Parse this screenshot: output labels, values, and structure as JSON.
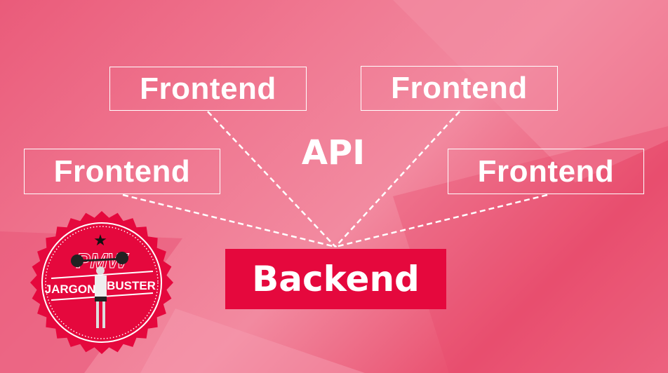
{
  "frontends": [
    "Frontend",
    "Frontend",
    "Frontend",
    "Frontend"
  ],
  "api_label": "API",
  "backend_label": "Backend",
  "badge": {
    "logo": "PMW",
    "word1": "JARGON",
    "word2": "BUSTER"
  },
  "colors": {
    "accent": "#e5083d",
    "background": "#ee6a85"
  }
}
